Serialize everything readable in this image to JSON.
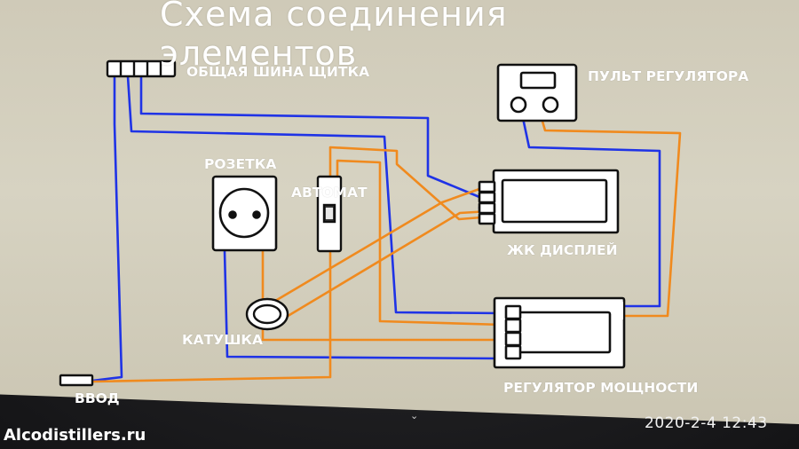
{
  "title": "Схема соединения элементов",
  "labels": {
    "bus": "ОБЩАЯ  ШИНА ЩИТКА",
    "remote": "ПУЛЬТ  РЕГУЛЯТОРА",
    "socket": "РОЗЕТКА",
    "breaker": "АВТОМАТ",
    "lcd": "ЖК  ДИСПЛЕЙ",
    "coil": "КАТУШКА",
    "input": "ВВОД",
    "power_regulator": "РЕГУЛЯТОР  МОЩНОСТИ"
  },
  "photo_overlay": {
    "watermark": "Alcodistillers.ru",
    "timestamp": "2020-2-4  12:43",
    "chevron": "⌄"
  },
  "colors": {
    "blue_wire": "#1f33e6",
    "orange_wire": "#f08a1e",
    "component_outline": "#111111"
  }
}
